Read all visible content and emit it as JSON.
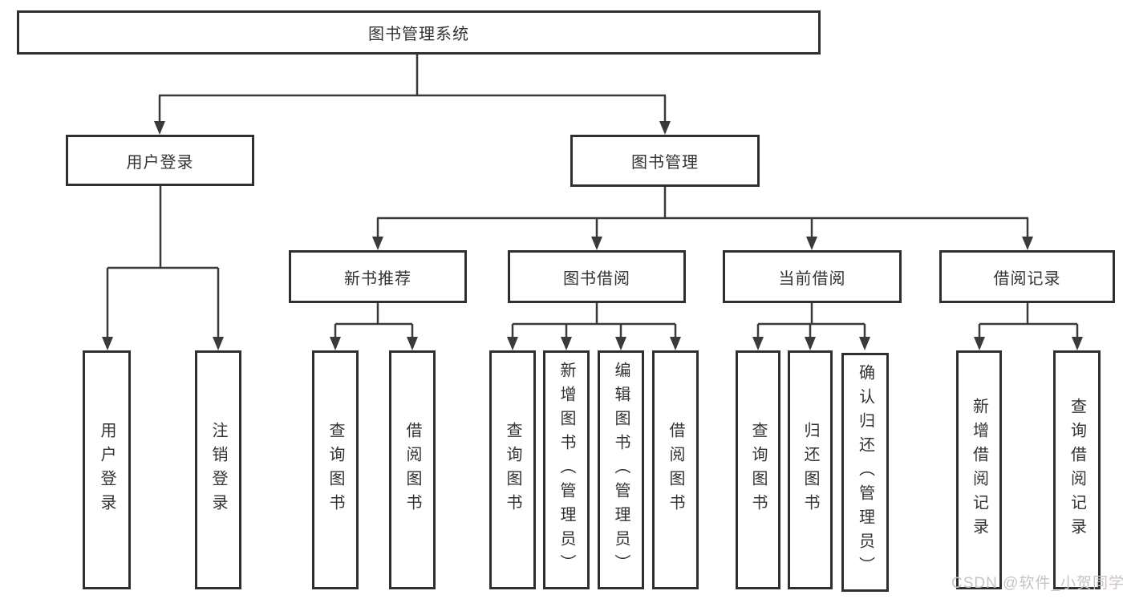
{
  "diagram": {
    "tree": {
      "label": "图书管理系统",
      "children": [
        {
          "label": "用户登录",
          "children": [
            {
              "label": "用户登录"
            },
            {
              "label": "注销登录"
            }
          ]
        },
        {
          "label": "图书管理",
          "children": [
            {
              "label": "新书推荐",
              "children": [
                {
                  "label": "查询图书"
                },
                {
                  "label": "借阅图书"
                }
              ]
            },
            {
              "label": "图书借阅",
              "children": [
                {
                  "label": "查询图书"
                },
                {
                  "label": "新增图书（管理员）"
                },
                {
                  "label": "编辑图书（管理员）"
                },
                {
                  "label": "借阅图书"
                }
              ]
            },
            {
              "label": "当前借阅",
              "children": [
                {
                  "label": "查询图书"
                },
                {
                  "label": "归还图书"
                },
                {
                  "label": "确认归还（管理员）"
                }
              ]
            },
            {
              "label": "借阅记录",
              "children": [
                {
                  "label": "新增借阅记录"
                },
                {
                  "label": "查询借阅记录"
                }
              ]
            }
          ]
        }
      ]
    },
    "watermark": {
      "text": "CSDN @软件_小贺同学"
    },
    "colors": {
      "line": "#3a3a3a",
      "box_border": "#2f2f2f",
      "text": "#333333",
      "background": "#ffffff",
      "watermark": "#c9c4c2"
    }
  }
}
